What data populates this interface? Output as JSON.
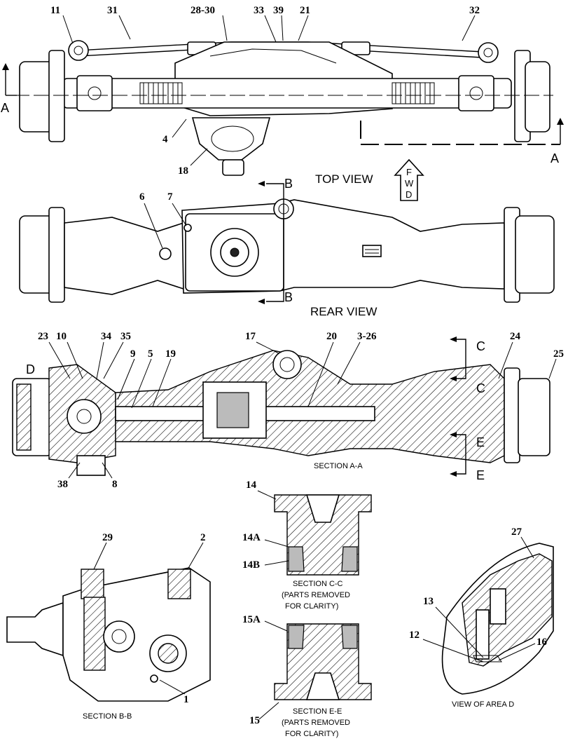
{
  "views": {
    "top": "TOP VIEW",
    "rear": "REAR VIEW",
    "section_aa": "SECTION A-A",
    "section_bb": "SECTION B-B",
    "section_cc": [
      "SECTION C-C",
      "(PARTS REMOVED",
      "FOR CLARITY)"
    ],
    "section_ee": [
      "SECTION E-E",
      "(PARTS REMOVED",
      "FOR CLARITY)"
    ],
    "area_d": "VIEW OF AREA D"
  },
  "fwd_arrow": [
    "F",
    "W",
    "D"
  ],
  "section_letters": {
    "a_left": "A",
    "a_right": "A",
    "b_top": "B",
    "b_bottom": "B",
    "c_top": "C",
    "c_mid": "C",
    "e_mid": "E",
    "e_bottom": "E",
    "d": "D"
  },
  "callouts": {
    "top_view": [
      "11",
      "31",
      "28-30",
      "33",
      "39",
      "21",
      "32",
      "4",
      "18"
    ],
    "rear_view": [
      "6",
      "7"
    ],
    "section_aa": [
      "23",
      "10",
      "34",
      "35",
      "9",
      "5",
      "19",
      "17",
      "20",
      "3-26",
      "24",
      "25",
      "38",
      "8"
    ],
    "section_cc": [
      "14",
      "14A",
      "14B"
    ],
    "section_ee": [
      "15A",
      "15"
    ],
    "section_bb": [
      "29",
      "2",
      "1"
    ],
    "area_d": [
      "27",
      "13",
      "12",
      "16"
    ]
  }
}
